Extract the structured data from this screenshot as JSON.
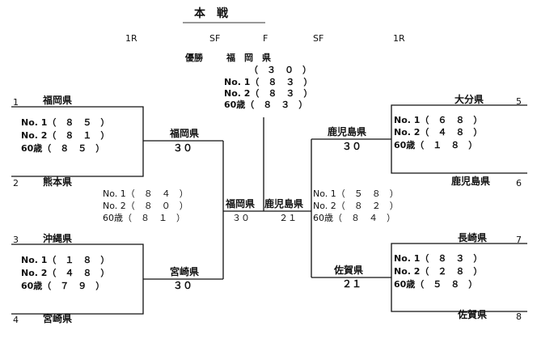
{
  "title": "本　戦",
  "rounds": {
    "r1_left": "1R",
    "sf_left": "SF",
    "final": "F",
    "sf_right": "SF",
    "r1_right": "1R"
  },
  "champion": {
    "label": "優勝",
    "team": "福　岡　県",
    "total": "（　３　０　）",
    "no1": "No. 1（　８　３　）",
    "no2": "No. 2（　８　３　）",
    "age60": "60歳（　８　３　）"
  },
  "teams": [
    {
      "seed": "1",
      "name": "福岡県"
    },
    {
      "seed": "2",
      "name": "熊本県"
    },
    {
      "seed": "3",
      "name": "沖縄県"
    },
    {
      "seed": "4",
      "name": "宮崎県"
    },
    {
      "seed": "5",
      "name": "大分県"
    },
    {
      "seed": "6",
      "name": "鹿児島県"
    },
    {
      "seed": "7",
      "name": "長崎県"
    },
    {
      "seed": "8",
      "name": "佐賀県"
    }
  ],
  "scores": {
    "m1": {
      "no1": "No. 1（　８　５　）",
      "no2": "No. 2（　８　１　）",
      "age60": "60歳（　８　５　）"
    },
    "m2": {
      "no1": "No. 1（　１　８　）",
      "no2": "No. 2（　４　８　）",
      "age60": "60歳（　７　９　）"
    },
    "m3": {
      "no1": "No. 1（　６　８　）",
      "no2": "No. 2（　４　８　）",
      "age60": "60歳（　１　８　）"
    },
    "m4": {
      "no1": "No. 1（　８　３　）",
      "no2": "No. 2（　２　８　）",
      "age60": "60歳（　５　８　）"
    },
    "sf_left": {
      "no1": "No. 1（　８　４　）",
      "no2": "No. 2（　８　０　）",
      "age60": "60歳（　８　１　）"
    },
    "sf_right": {
      "no1": "No. 1（　５　８　）",
      "no2": "No. 2（　８　２　）",
      "age60": "60歳（　８　４　）"
    }
  },
  "winners": {
    "m1": {
      "name": "福岡県",
      "score": "３０"
    },
    "m2": {
      "name": "宮崎県",
      "score": "３０"
    },
    "m3": {
      "name": "鹿児島県",
      "score": "３０"
    },
    "m4": {
      "name": "佐賀県",
      "score": "２１"
    },
    "sf_left": {
      "name": "福岡県",
      "score": "３０"
    },
    "sf_right": {
      "name": "鹿児島県",
      "score": "２１"
    }
  }
}
